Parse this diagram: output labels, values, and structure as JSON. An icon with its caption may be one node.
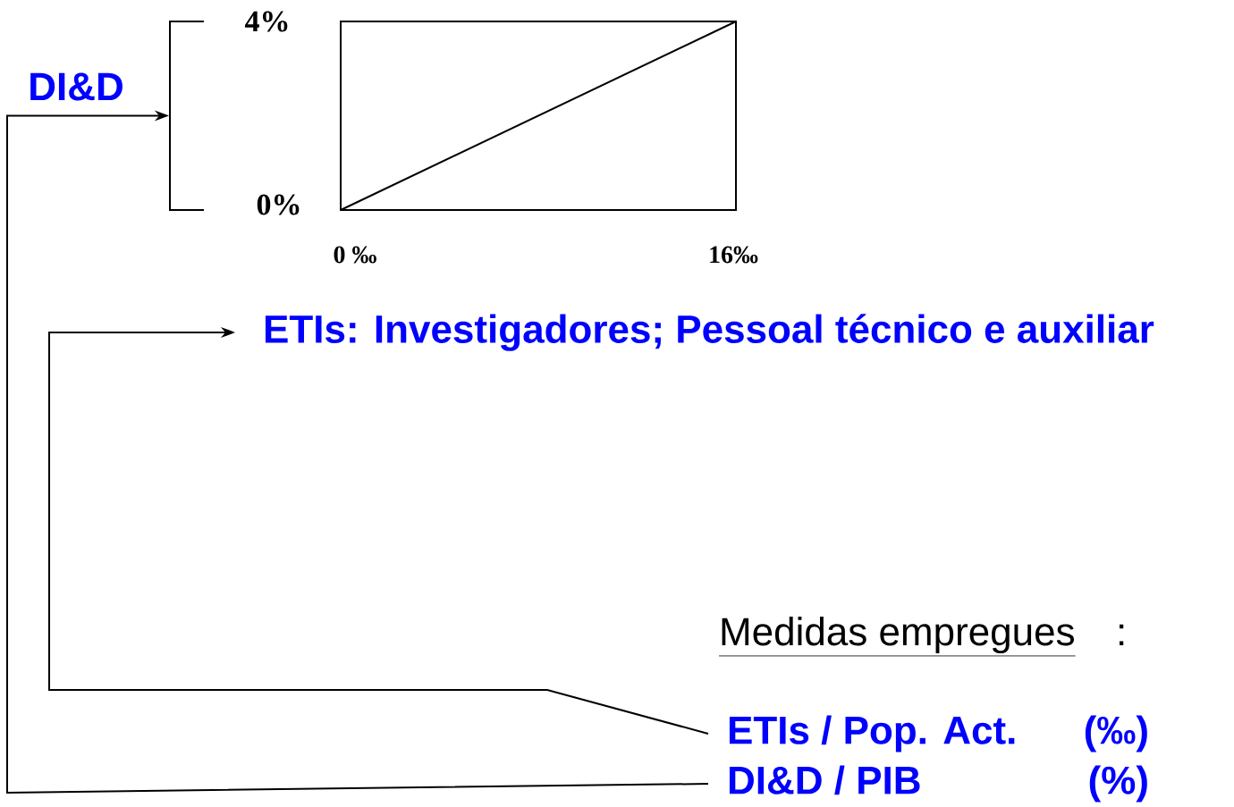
{
  "diagram": {
    "nodes": [
      {
        "text": [],
        "shape": "bracket",
        "beside": [
          "4%",
          "0%"
        ]
      },
      {
        "text": [
          "ETIs: Investigadores; Pessoal técnico e auxiliar"
        ]
      },
      {
        "text": [
          "ETIs / Pop. Act.",
          "(‰)"
        ]
      },
      {
        "text": [
          "DI&D / PIB",
          "(%)"
        ]
      }
    ],
    "edges": [
      {
        "from": 2,
        "to": 1,
        "arrow": "to"
      },
      {
        "from": 3,
        "to": 0,
        "arrow": "to",
        "label": "DI&D"
      }
    ],
    "labels": [
      "0 ‰",
      "16‰",
      "Medidas empregues",
      ":"
    ]
  }
}
